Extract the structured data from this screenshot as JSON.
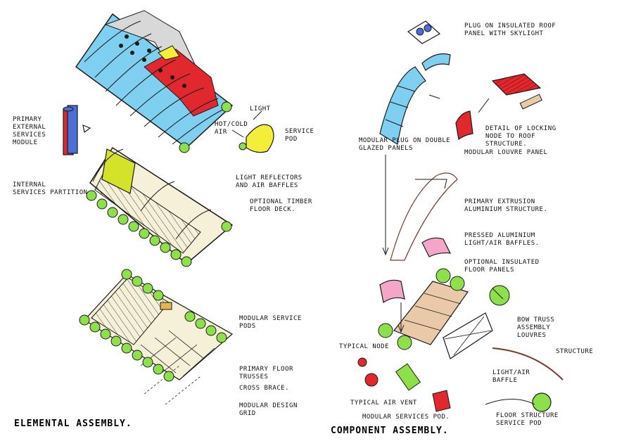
{
  "labels": {
    "primary_services": "PRIMARY\nEXTERNAL\nSERVICES\nMODULE",
    "internal_services": "INTERNAL\nSERVICES PARTITION",
    "light_reflectors": "LIGHT REFLECTORS\nAND AIR BAFFLES",
    "light": "LIGHT",
    "hot_cold_air": "HOT/COLD\nAIR",
    "services_pod": "SERVICE\nPOD",
    "floor_deck": "OPTIONAL TIMBER\nFLOOR DECK.",
    "service_pods": "MODULAR SERVICE\nPODS",
    "floor_trusses": "PRIMARY FLOOR\nTRUSSES",
    "cross_brace": "CROSS BRACE.",
    "design_grid": "MODULAR DESIGN\nGRID",
    "roof_panel": "PLUG ON INSULATED ROOF\nPANEL WITH SKYLIGHT",
    "locking_node": "DETAIL OF LOCKING\nNODE TO ROOF\nSTRUCTURE.",
    "glazed_panel": "MODULAR PLUG ON DOUBLE\nGLAZED PANELS",
    "louvre_panel": "MODULAR LOUVRE PANEL",
    "aluminium_structure": "PRIMARY EXTRUSION\nALUMINIUM STRUCTURE.",
    "pressed_aluminium": "PRESSED ALUMINIUM\nLIGHT/AIR BAFFLES.",
    "insulated_floor": "OPTIONAL INSULATED\nFLOOR PANELS",
    "bow_truss": "BOW TRUSS\nASSEMBLY\nLOUVRES",
    "typical_node": "TYPICAL NODE",
    "structure": "STRUCTURE",
    "light_air_baffle": "LIGHT/AIR\nBAFFLE",
    "air_vent": "TYPICAL AIR VENT",
    "services_pod_right": "MODULAR SERVICES POD.",
    "floor_structure": "FLOOR STRUCTURE\nSERVICE POD"
  },
  "titles": {
    "left": "ELEMENTAL ASSEMBLY.",
    "right": "COMPONENT ASSEMBLY."
  },
  "colors": {
    "glazing": "#7fd0f0",
    "red": "#e0282e",
    "green": "#8ee04a",
    "yellow": "#f2ee3a",
    "pink": "#f4a6c8",
    "timber": "#e9c9a8",
    "ink": "#1a1a1a"
  }
}
